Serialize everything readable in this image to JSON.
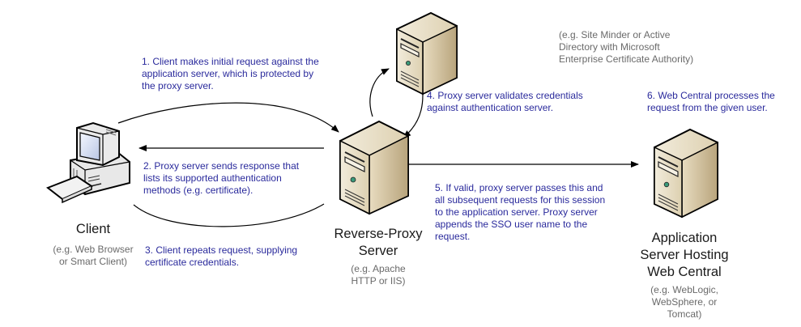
{
  "diagram": {
    "nodes": {
      "client": {
        "label": "Client",
        "note": "(e.g. Web Browser\nor Smart Client)",
        "icon": "desktop-computer-icon"
      },
      "proxy": {
        "label": "Reverse-Proxy\nServer",
        "note": "(e.g. Apache\nHTTP or IIS)",
        "icon": "server-tower-icon"
      },
      "auth": {
        "note": "(e.g. Site Minder or Active\nDirectory with Microsoft\nEnterprise Certificate Authority)",
        "icon": "server-tower-icon"
      },
      "app": {
        "label": "Application\nServer Hosting\nWeb Central",
        "note": "(e.g. WebLogic,\nWebSphere, or\nTomcat)",
        "icon": "server-tower-icon"
      }
    },
    "steps": [
      {
        "id": 1,
        "text": "1. Client makes initial request against the\napplication server, which is protected by\nthe proxy server.",
        "from": "client",
        "to": "proxy"
      },
      {
        "id": 2,
        "text": "2. Proxy server sends response that\nlists its supported authentication\nmethods (e.g. certificate).",
        "from": "proxy",
        "to": "client"
      },
      {
        "id": 3,
        "text": "3. Client repeats request, supplying\ncertificate credentials.",
        "from": "client",
        "to": "proxy"
      },
      {
        "id": 4,
        "text": "4. Proxy server validates credentials\nagainst authentication server.",
        "from": "proxy",
        "to": "auth"
      },
      {
        "id": 5,
        "text": "5. If valid, proxy server passes this and\nall subsequent requests for this session\nto the application server.  Proxy server\nappends the SSO user name to the\nrequest.",
        "from": "proxy",
        "to": "app"
      },
      {
        "id": 6,
        "text": "6. Web Central processes the\nrequest from the given user.",
        "from": "app",
        "to": "app"
      }
    ],
    "colors": {
      "step_text": "#2a2a9c",
      "note_text": "#6a6a6a",
      "title_text": "#1a1a1a",
      "server_body": "#e9dfc8",
      "arrow": "#000000"
    }
  }
}
